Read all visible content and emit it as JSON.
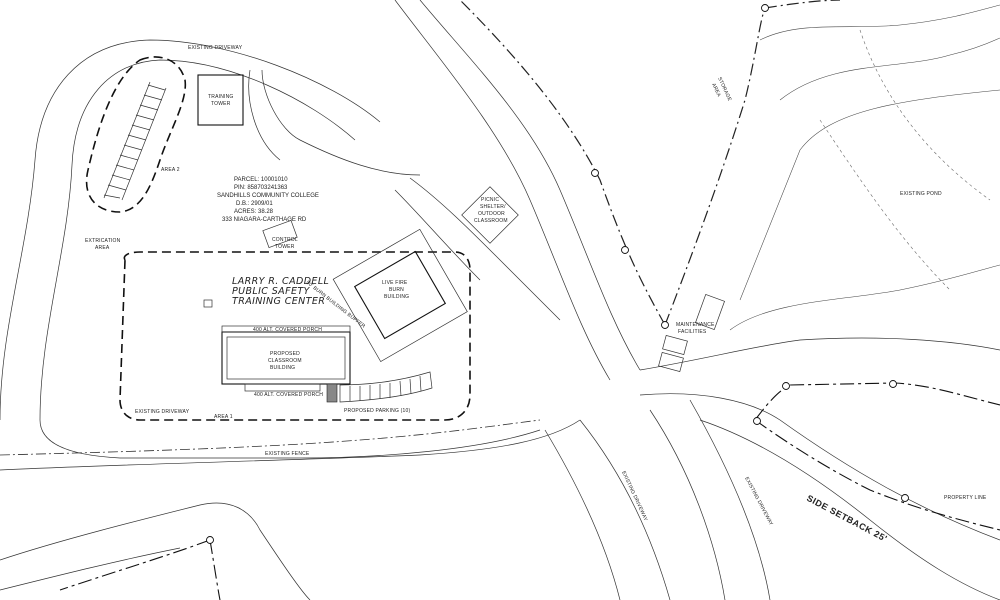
{
  "labels": {
    "existing_driveway_top": "EXISTING DRIVEWAY",
    "training_tower": [
      "TRAINING",
      "TOWER"
    ],
    "area2": "AREA 2",
    "parcel": [
      "PARCEL: 10001010",
      "PIN: 858703241363",
      "SANDHILLS COMMUNITY COLLEGE",
      "D.B.: 2909/01",
      "ACRES: 38.28",
      "333 NIAGARA-CARTHAGE RD"
    ],
    "control_tower": [
      "CONTROL",
      "TOWER"
    ],
    "extrication_area": [
      "EXTRICATION",
      "AREA"
    ],
    "center_name": [
      "LARRY R. CADDELL",
      "PUBLIC SAFETY",
      "TRAINING CENTER"
    ],
    "burn_building_buffer": "50' BURN BUILDING BUFFER",
    "live_fire": [
      "LIVE FIRE",
      "BURN",
      "BUILDING"
    ],
    "picnic": [
      "PICNIC",
      "SHELTER/",
      "OUTDOOR",
      "CLASSROOM"
    ],
    "porch_top": "400 ALT. COVERED PORCH",
    "classroom": [
      "PROPOSED",
      "CLASSROOM",
      "BUILDING"
    ],
    "porch_bottom": "400 ALT. COVERED PORCH",
    "proposed_parking": "PROPOSED PARKING (10)",
    "existing_driveway_left": "EXISTING DRIVEWAY",
    "area1": "AREA 1",
    "existing_fence": "EXISTING FENCE",
    "storage_area": [
      "STORAGE",
      "AREA"
    ],
    "existing_pond": "EXISTING POND",
    "maintenance": [
      "MAINTENANCE",
      "FACILITIES"
    ],
    "existing_driveway_mid": "EXISTING DRIVEWAY",
    "existing_driveway_right": "EXISTING DRIVEWAY",
    "side_setback": "SIDE SETBACK 25'",
    "property_line": "PROPERTY LINE"
  },
  "colors": {
    "line": "#111111",
    "background": "#ffffff"
  }
}
